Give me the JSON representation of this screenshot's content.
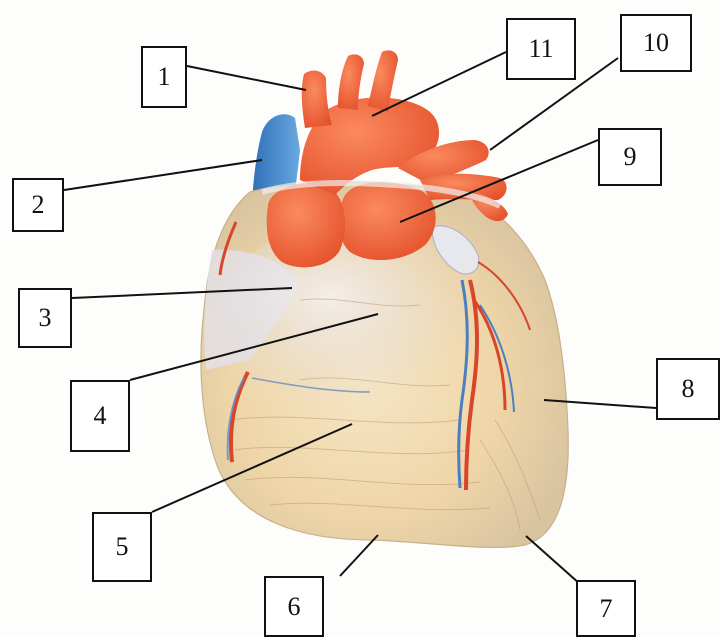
{
  "labels": [
    "1",
    "2",
    "3",
    "4",
    "5",
    "6",
    "7",
    "8",
    "9",
    "10",
    "11"
  ],
  "colors": {
    "artery": "#f26a3f",
    "artery_dark": "#d9452a",
    "vein": "#4a8fd0",
    "myocardium": "#f2ddb4",
    "pericardium_sheen": "#d8d8e0",
    "line": "#111111"
  }
}
